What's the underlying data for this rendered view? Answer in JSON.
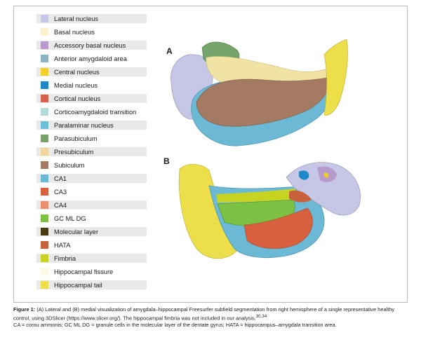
{
  "legend": [
    {
      "label": "Lateral nucleus",
      "color": "#c6c6e6"
    },
    {
      "label": "Basal nucleus",
      "color": "#f7f2cf"
    },
    {
      "label": "Accessory basal nucleus",
      "color": "#b69acb"
    },
    {
      "label": "Anterior amygdaloid area",
      "color": "#8db3c2"
    },
    {
      "label": "Central nucleus",
      "color": "#f1d02c"
    },
    {
      "label": "Medial nucleus",
      "color": "#1f88c6"
    },
    {
      "label": "Cortical nucleus",
      "color": "#d9604b"
    },
    {
      "label": "Corticoamygdaloid transition",
      "color": "#b4dbd9"
    },
    {
      "label": "Paralaminar nucleus",
      "color": "#6fbcd6"
    },
    {
      "label": "Parasubiculum",
      "color": "#74a46c"
    },
    {
      "label": "Presubiculum",
      "color": "#f1d69a"
    },
    {
      "label": "Subiculum",
      "color": "#a57a63"
    },
    {
      "label": "CA1",
      "color": "#6cb9d5"
    },
    {
      "label": "CA3",
      "color": "#d9603f"
    },
    {
      "label": "CA4",
      "color": "#e9906a"
    },
    {
      "label": "GC ML DG",
      "color": "#7cc143"
    },
    {
      "label": "Molecular layer",
      "color": "#473b12"
    },
    {
      "label": "HATA",
      "color": "#c7613c"
    },
    {
      "label": "Fimbria",
      "color": "#c7d321"
    },
    {
      "label": "Hippocampal fissure",
      "color": "#fbf8e3"
    },
    {
      "label": "Hippocampal tail",
      "color": "#ecdf4a"
    }
  ],
  "panels": {
    "a": "A",
    "b": "B"
  },
  "caption": {
    "fig_label": "Figure 1:",
    "line1": "(A) Lateral and (B) medial visualization of amygdala–hippocampal Freesurfer subfield segmentation from right hemisphere of a single representative healthy control, using 3DSlicer (https://www.slicer.org/). The hippocampal fimbria was not included in our analysis.",
    "refs": "30,34",
    "line2": "CA = cornu ammonis; GC ML DG = granule cells in the molecular layer of the dentate gyrus; HATA = hippocampus–amygdala transition area."
  }
}
